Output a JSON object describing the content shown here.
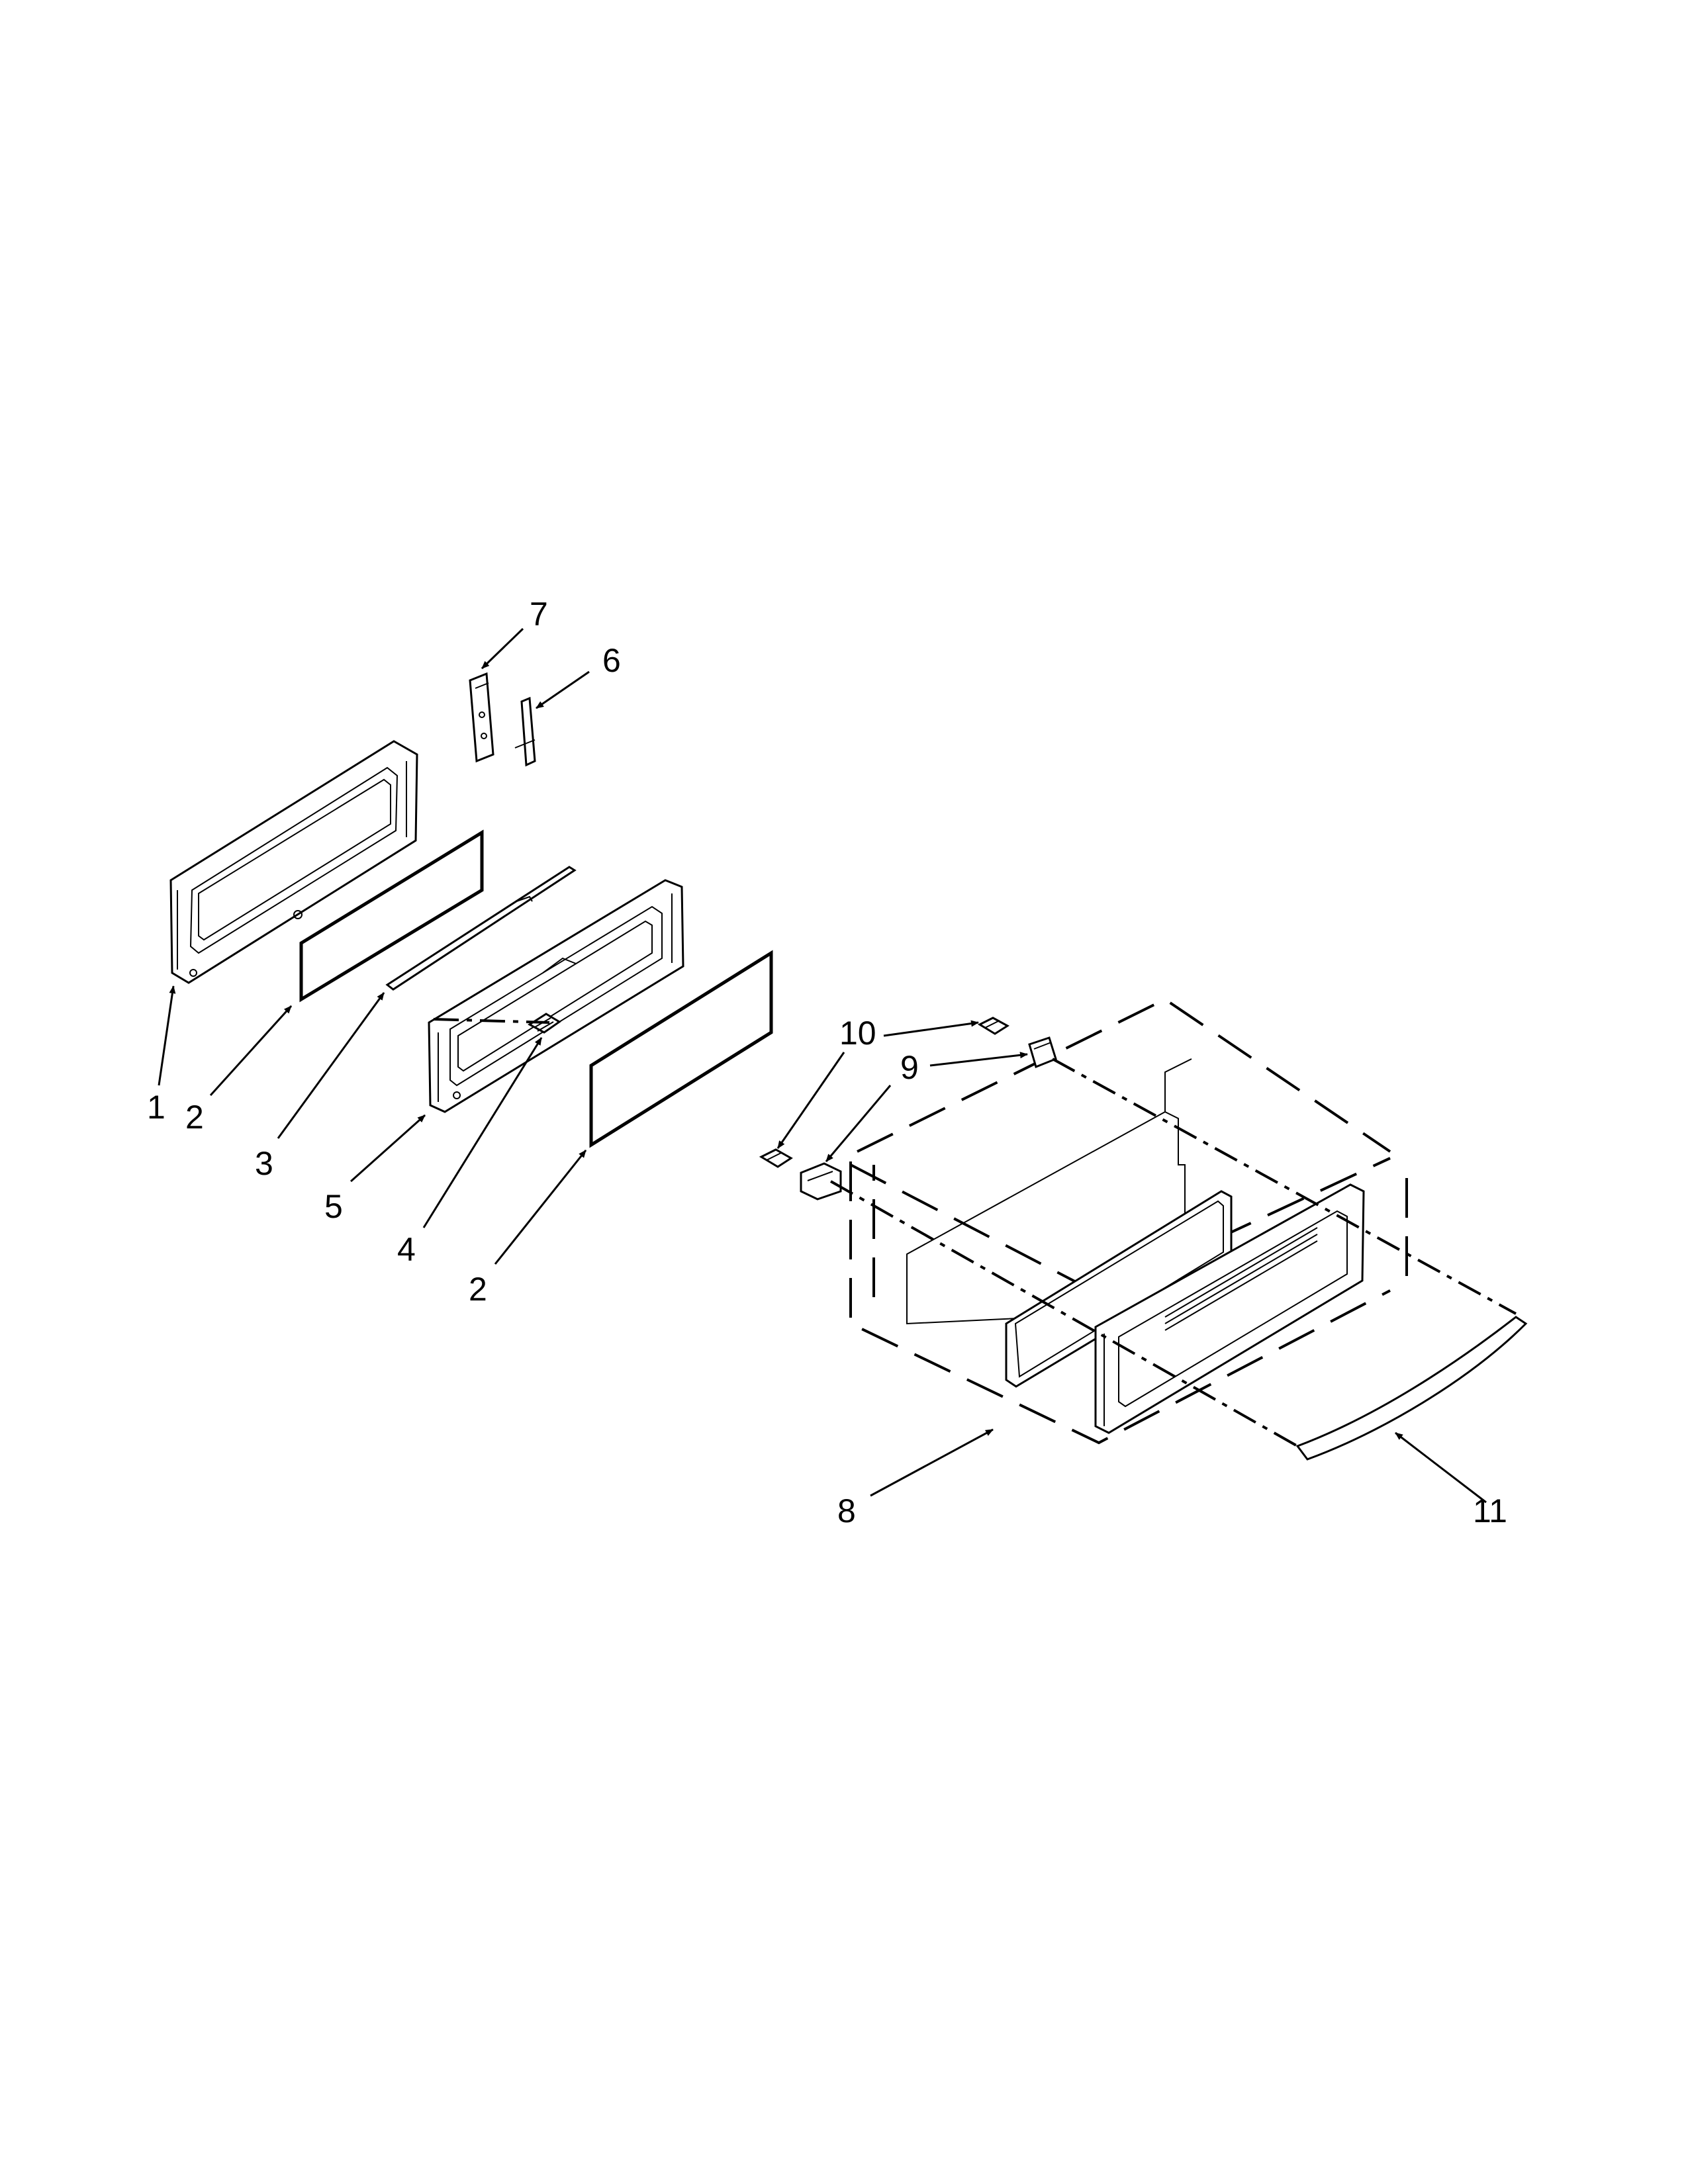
{
  "callouts": {
    "c1": "1",
    "c2a": "2",
    "c2b": "2",
    "c3": "3",
    "c4": "4",
    "c5": "5",
    "c6": "6",
    "c7": "7",
    "c8": "8",
    "c9": "9",
    "c10": "10",
    "c11": "11"
  },
  "colors": {
    "line": "#000000",
    "background": "#ffffff"
  }
}
